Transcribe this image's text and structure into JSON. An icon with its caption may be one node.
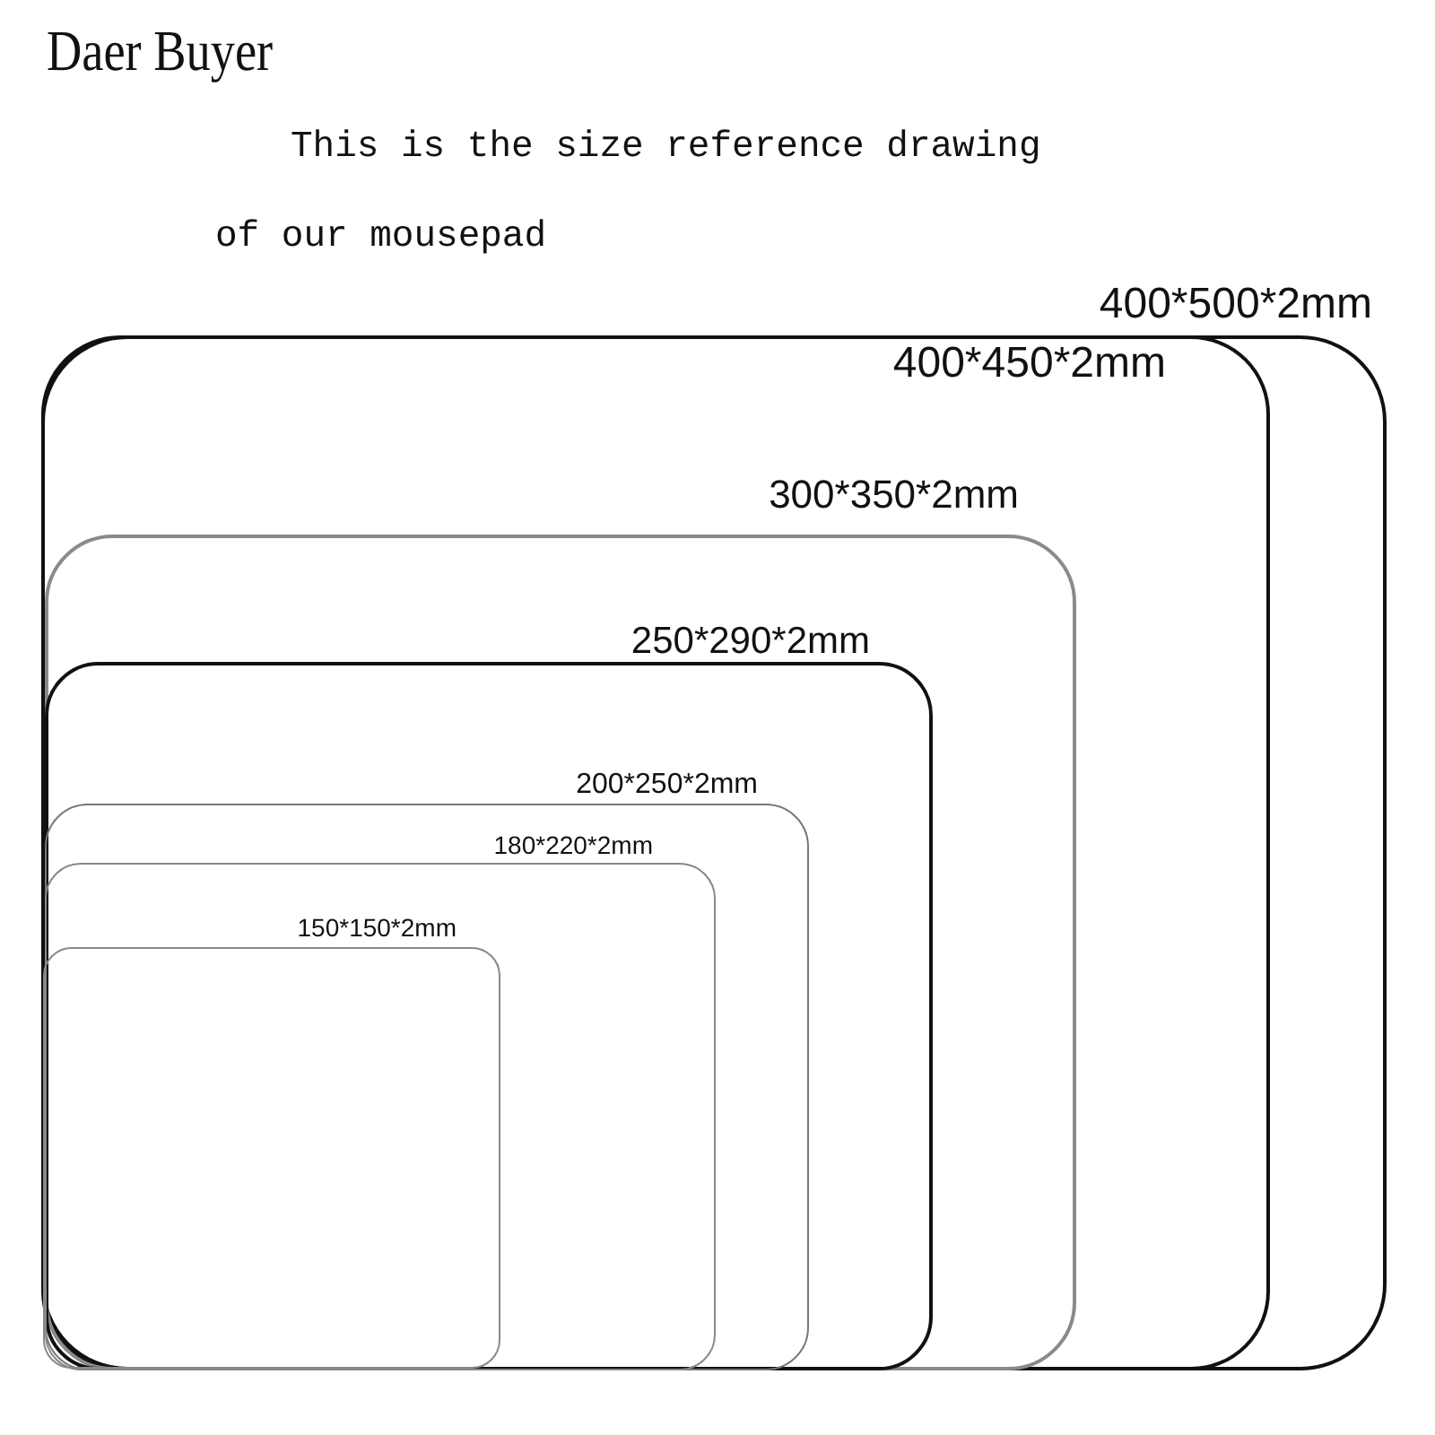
{
  "diagram": {
    "title": "Daer Buyer",
    "nodes": [
      {
        "text": [
          "400*500*2mm"
        ]
      },
      {
        "text": [
          "400*450*2mm"
        ],
        "in": 0
      },
      {
        "text": [
          "300*350*2mm"
        ],
        "in": 1
      },
      {
        "text": [
          "250*290*2mm"
        ],
        "in": 2
      },
      {
        "text": [
          "200*250*2mm"
        ],
        "in": 3
      },
      {
        "text": [
          "180*220*2mm"
        ],
        "in": 4
      },
      {
        "text": [
          "150*150*2mm"
        ],
        "in": 5
      }
    ],
    "labels": [
      "This is the size reference drawing of our mousepad"
    ]
  }
}
